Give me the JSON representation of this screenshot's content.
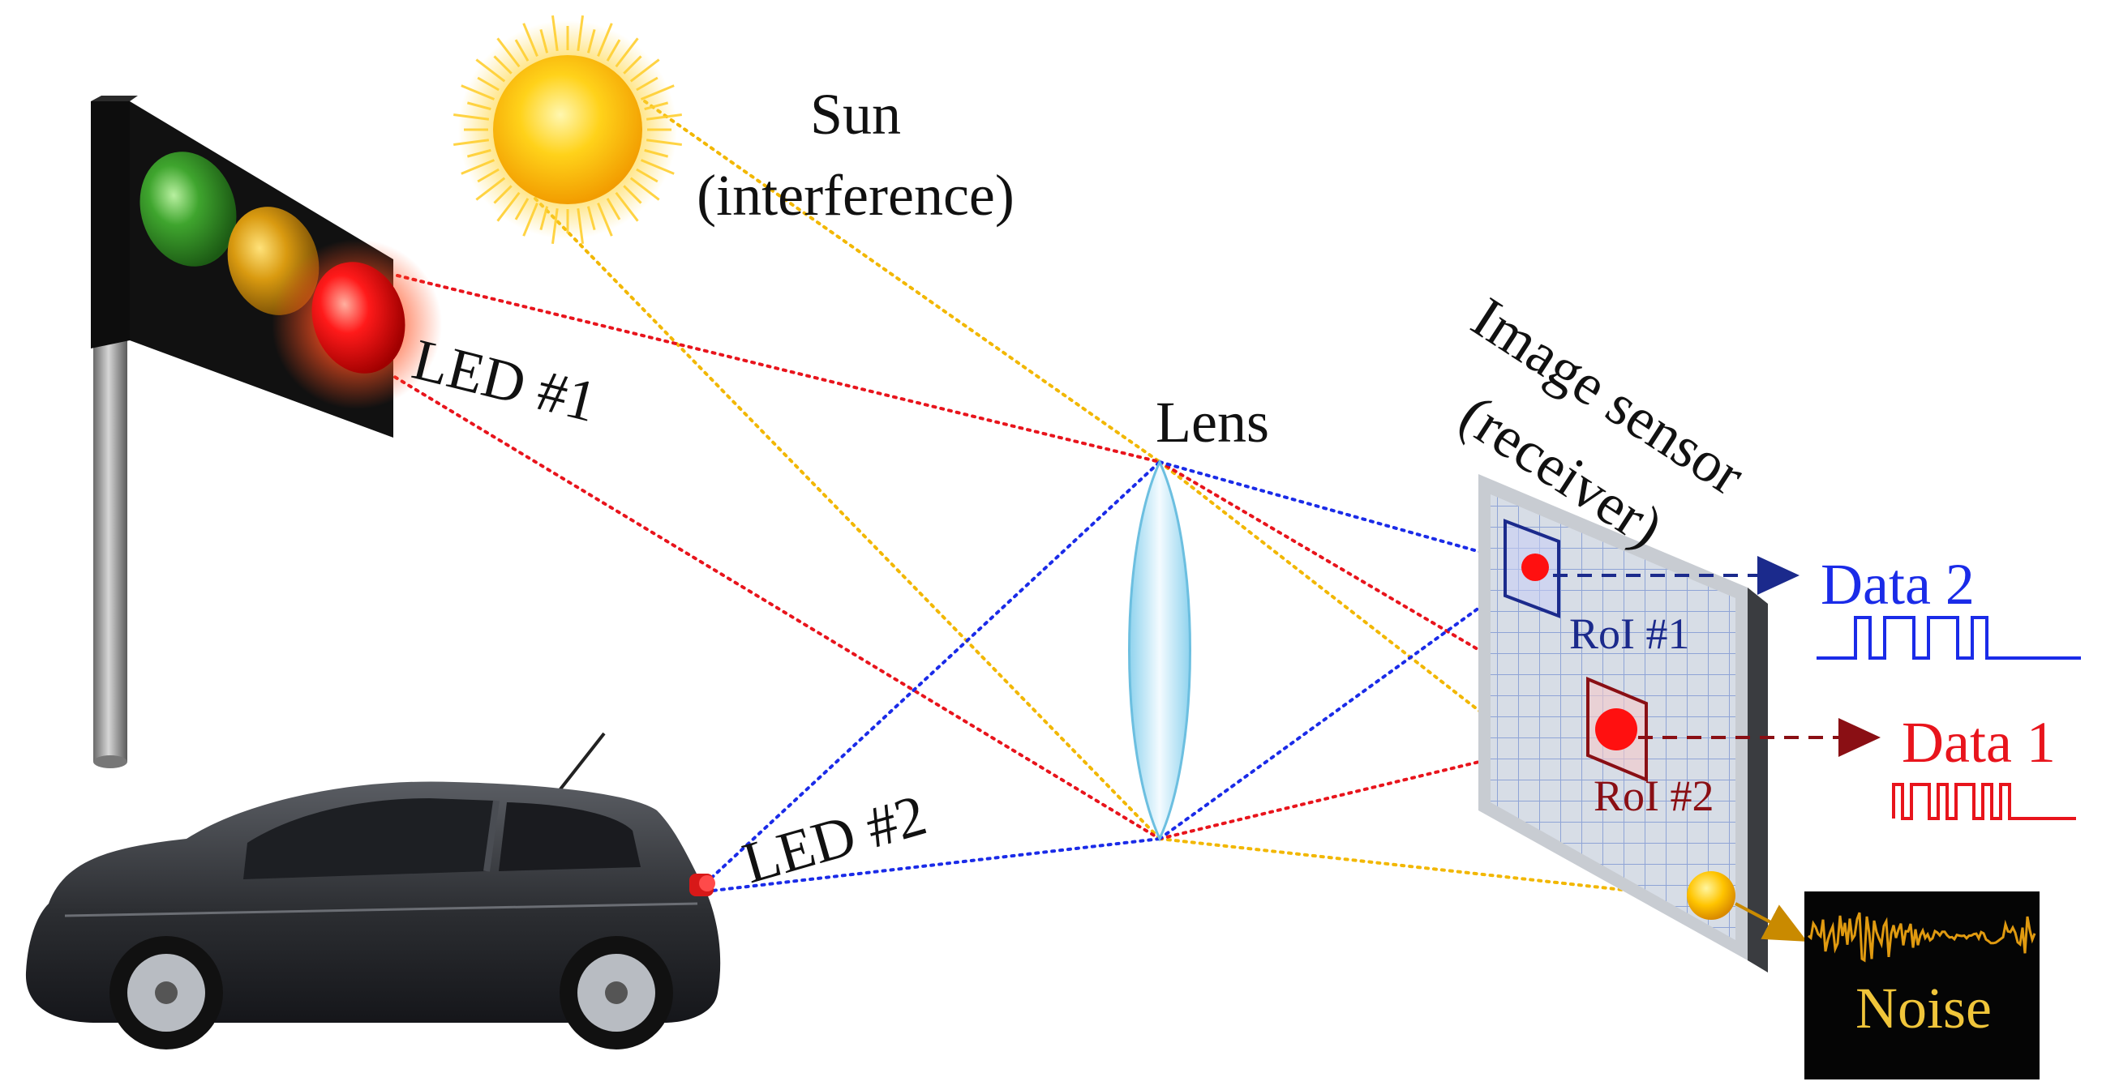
{
  "labels": {
    "sun": "Sun",
    "sun_sub": "(interference)",
    "led1": "LED #1",
    "led2": "LED #2",
    "lens": "Lens",
    "sensor_line1": "Image sensor",
    "sensor_line2": "(receiver)",
    "roi1": "RoI #1",
    "roi2": "RoI #2",
    "data2": "Data 2",
    "data1": "Data 1",
    "noise": "Noise"
  },
  "colors": {
    "blue": "#1a2be8",
    "red": "#e8141c",
    "dark_red": "#8a0f14",
    "yellow": "#f2b700",
    "navy": "#1b2a8c",
    "noise_text": "#f0c53a"
  },
  "signals": {
    "data2_bits": [
      0,
      1,
      0,
      1,
      1,
      0,
      1,
      1,
      0,
      1,
      0,
      0
    ],
    "data1_bits": [
      1,
      0,
      1,
      1,
      0,
      1,
      0,
      1,
      1,
      0,
      1,
      0,
      1,
      0,
      0
    ]
  }
}
